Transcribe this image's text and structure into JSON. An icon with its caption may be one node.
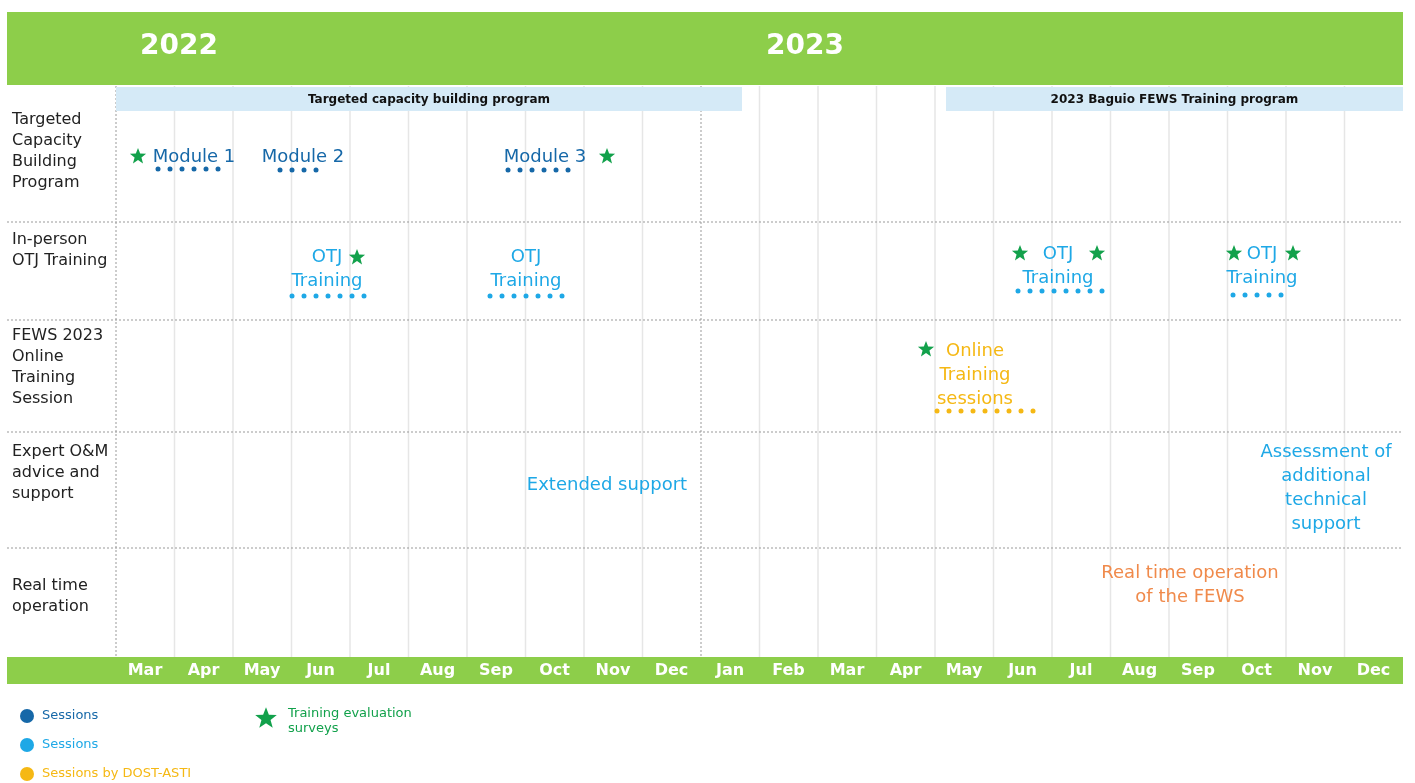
{
  "diagram": {
    "nodes": [
      {
        "text": [
          "Targeted capacity building program"
        ]
      },
      {
        "text": [
          "2023 Baguio FEWS Training program"
        ]
      }
    ],
    "labels": [
      "2022",
      "2023",
      "Targeted Capacity Building Program",
      "Module 1",
      "Module 2",
      "Module 3",
      "In-person OTJ Training",
      "OTJ Training",
      "OTJ Training",
      "OTJ Training",
      "OTJ Training",
      "FEWS 2023 Online Training Session",
      "Online Training sessions",
      "Expert O&M advice and support",
      "Extended support",
      "Assessment of additional technical support",
      "Real time operation",
      "Real time operation of the FEWS",
      "Mar",
      "Apr",
      "May",
      "Jun",
      "Jul",
      "Aug",
      "Sep",
      "Oct",
      "Nov",
      "Dec",
      "Jan",
      "Feb",
      "Mar",
      "Apr",
      "May",
      "Jun",
      "Jul",
      "Aug",
      "Sep",
      "Oct",
      "Nov",
      "Dec"
    ],
    "legend": [
      {
        "text": "Sessions",
        "color": "#1668a8"
      },
      {
        "text": "Sessions",
        "color": "#1ea8e6"
      },
      {
        "text": "Sessions by DOST-ASTI",
        "color": "#f5b814"
      },
      {
        "text": "Training evaluation surveys"
      }
    ]
  }
}
